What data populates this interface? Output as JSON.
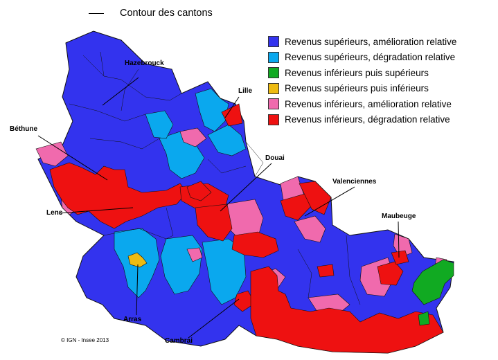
{
  "legend_line": {
    "label": "Contour des cantons"
  },
  "legend": [
    {
      "label": "Revenus supérieurs, amélioration relative",
      "color": "#3333ee"
    },
    {
      "label": "Revenus supérieurs, dégradation relative",
      "color": "#0aa8ee"
    },
    {
      "label": "Revenus inférieurs puis supérieurs",
      "color": "#11aa22"
    },
    {
      "label": "Revenus supérieurs puis inférieurs",
      "color": "#eebb11"
    },
    {
      "label": "Revenus inférieurs, amélioration relative",
      "color": "#f06aad"
    },
    {
      "label": "Revenus inférieurs, dégradation relative",
      "color": "#ee1111"
    }
  ],
  "cities": {
    "hazebrouck": "Hazebrouck",
    "lille": "Lille",
    "bethune": "Béthune",
    "douai": "Douai",
    "valenciennes": "Valenciennes",
    "maubeuge": "Maubeuge",
    "lens": "Lens",
    "arras": "Arras",
    "cambrai": "Cambrai"
  },
  "copyright": "© IGN - Insee 2013"
}
